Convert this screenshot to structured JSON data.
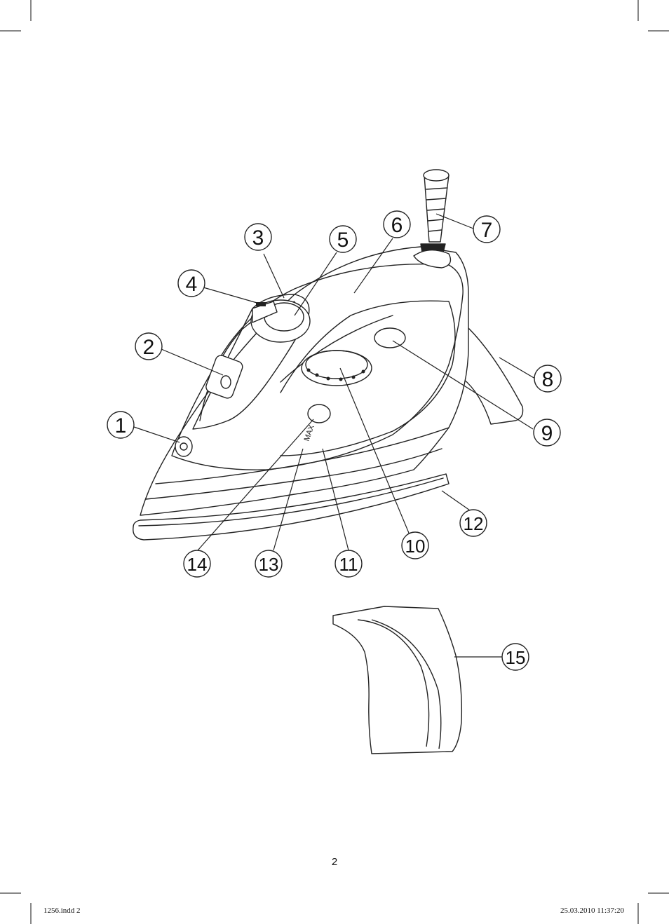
{
  "callouts": [
    {
      "id": "1",
      "label": "1"
    },
    {
      "id": "2",
      "label": "2"
    },
    {
      "id": "3",
      "label": "3"
    },
    {
      "id": "4",
      "label": "4"
    },
    {
      "id": "5",
      "label": "5"
    },
    {
      "id": "6",
      "label": "6"
    },
    {
      "id": "7",
      "label": "7"
    },
    {
      "id": "8",
      "label": "8"
    },
    {
      "id": "9",
      "label": "9"
    },
    {
      "id": "10",
      "label": "10"
    },
    {
      "id": "11",
      "label": "11"
    },
    {
      "id": "12",
      "label": "12"
    },
    {
      "id": "13",
      "label": "13"
    },
    {
      "id": "14",
      "label": "14"
    },
    {
      "id": "15",
      "label": "15"
    }
  ],
  "max_mark": "MAX",
  "page_number": "2",
  "slug": {
    "file": "1256.indd   2",
    "timestamp": "25.03.2010   11:37:20"
  }
}
